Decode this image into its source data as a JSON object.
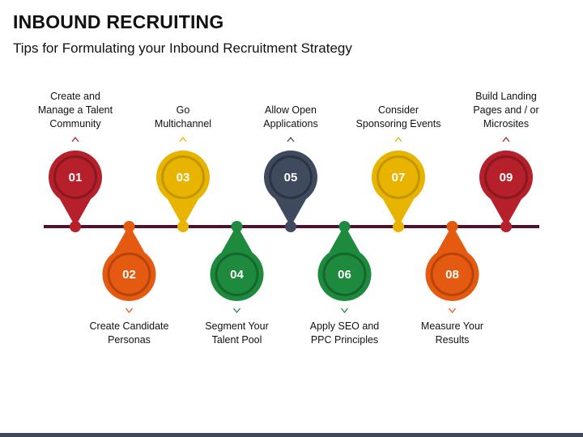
{
  "title": "INBOUND RECRUITING",
  "subtitle": "Tips for Formulating your Inbound Recruitment Strategy",
  "steps": [
    {
      "number": "01",
      "text": "Create and Manage a Talent Community",
      "color": "#b5202a",
      "dark": "#8a1820",
      "position": "top"
    },
    {
      "number": "02",
      "text": "Create Candidate Personas",
      "color": "#e45a10",
      "dark": "#b8440a",
      "position": "bottom"
    },
    {
      "number": "03",
      "text": "Go Multichannel",
      "color": "#e8b400",
      "dark": "#c39500",
      "position": "top"
    },
    {
      "number": "04",
      "text": "Segment Your Talent Pool",
      "color": "#1e8a3e",
      "dark": "#15672d",
      "position": "bottom"
    },
    {
      "number": "05",
      "text": "Allow Open Applications",
      "color": "#3f4a5e",
      "dark": "#2c3444",
      "position": "top"
    },
    {
      "number": "06",
      "text": "Apply SEO and PPC Principles",
      "color": "#1e8a3e",
      "dark": "#15672d",
      "position": "bottom"
    },
    {
      "number": "07",
      "text": "Consider Sponsoring Events",
      "color": "#e8b400",
      "dark": "#c39500",
      "position": "top"
    },
    {
      "number": "08",
      "text": "Measure Your Results",
      "color": "#e45a10",
      "dark": "#b8440a",
      "position": "bottom"
    },
    {
      "number": "09",
      "text": "Build Landing Pages and / or Microsites",
      "color": "#b5202a",
      "dark": "#8a1820",
      "position": "top"
    }
  ],
  "colors": {
    "line": "#4a1330",
    "footer": "#3d4a5c"
  }
}
